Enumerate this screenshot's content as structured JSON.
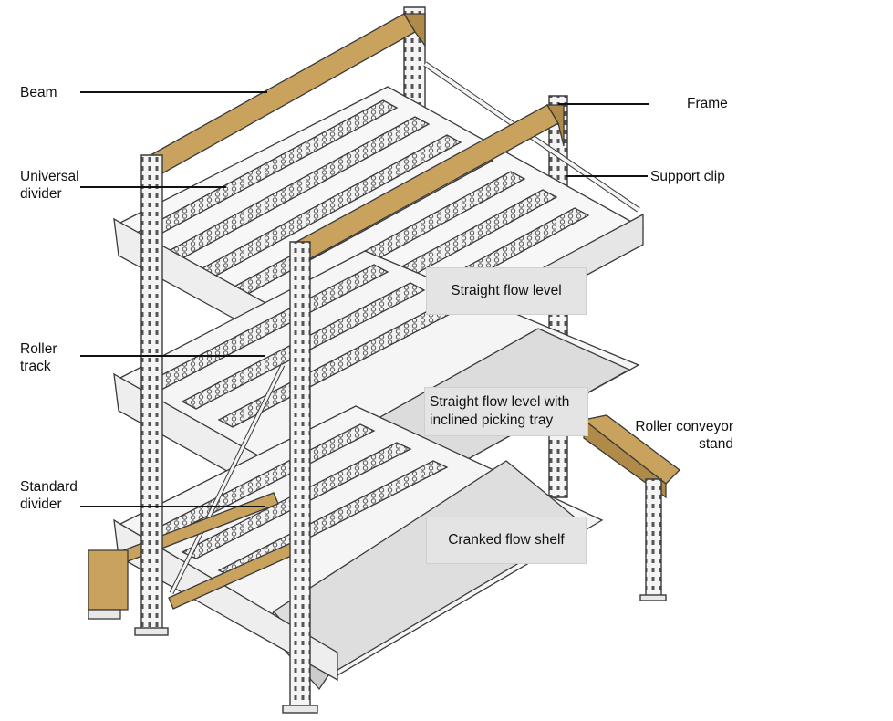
{
  "labels": {
    "beam": "Beam",
    "frame": "Frame",
    "universal_divider": [
      "Universal",
      "divider"
    ],
    "support_clip": "Support clip",
    "roller_track": [
      "Roller",
      "track"
    ],
    "standard_divider": [
      "Standard",
      "divider"
    ],
    "roller_conveyor_stand": [
      "Roller conveyor",
      "stand"
    ]
  },
  "boxes": {
    "straight_flow_level": "Straight flow level",
    "straight_flow_inclined": [
      "Straight flow level with",
      "inclined picking tray"
    ],
    "cranked_flow_shelf": "Cranked flow shelf"
  },
  "colors": {
    "beam_wood": "#c9a25e",
    "steel": "#f4f4f4",
    "outline": "#3a3a3a",
    "tray": "#dcdcdc"
  }
}
